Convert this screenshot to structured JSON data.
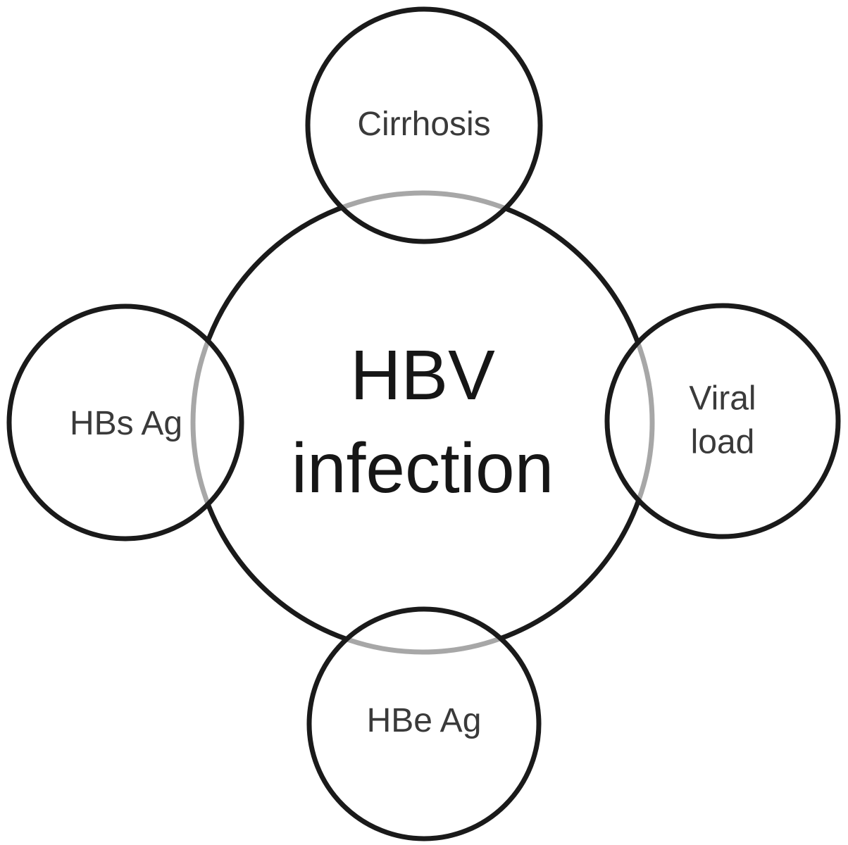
{
  "diagram": {
    "type": "venn-radial",
    "center": {
      "label": "HBV infection",
      "lines": [
        "HBV",
        "infection"
      ]
    },
    "nodes": [
      {
        "id": "cirrhosis",
        "position": "top",
        "label": "Cirrhosis",
        "lines": [
          "Cirrhosis"
        ]
      },
      {
        "id": "viral-load",
        "position": "right",
        "label": "Viral load",
        "lines": [
          "Viral",
          "load"
        ]
      },
      {
        "id": "hbe-ag",
        "position": "bottom",
        "label": "HBe Ag",
        "lines": [
          "HBe Ag"
        ]
      },
      {
        "id": "hbs-ag",
        "position": "left",
        "label": "HBs Ag",
        "lines": [
          "HBs Ag"
        ]
      }
    ],
    "colors": {
      "stroke": "#1a1a1a",
      "overlap_arc": "#9e9e9e",
      "background": "#ffffff",
      "label_text": "#3a3a3a",
      "center_text": "#161616"
    }
  }
}
